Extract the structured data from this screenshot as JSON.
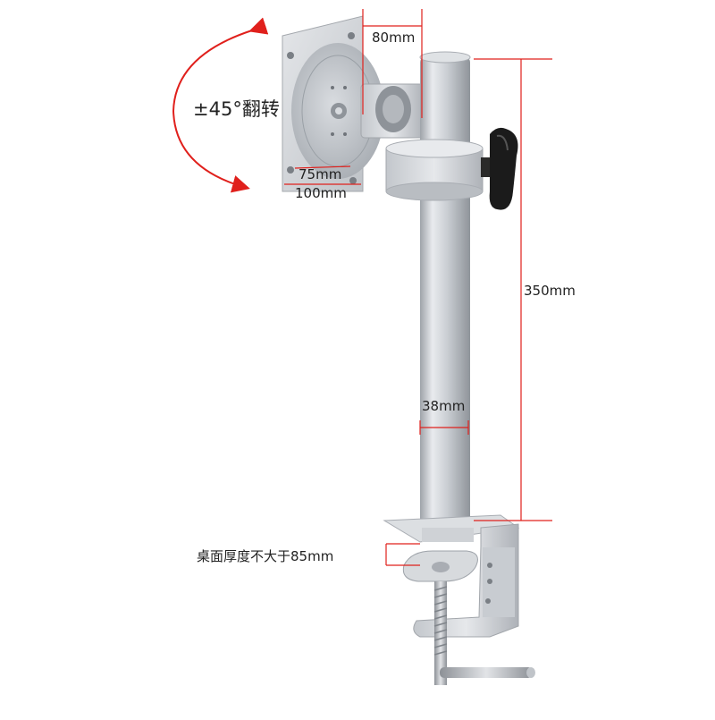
{
  "annotations": {
    "tilt": "±45°翻转",
    "arm_offset": "80mm",
    "vesa_small": "75mm",
    "vesa_large": "100mm",
    "pole_height": "350mm",
    "pole_diameter": "38mm",
    "desk_thickness": "桌面厚度不大于85mm"
  },
  "colors": {
    "dimension_line": "#e0201c",
    "metal": "#d3d6da",
    "metal_dark": "#a9adb3",
    "knob": "#1b1b1b",
    "text": "#222222"
  }
}
